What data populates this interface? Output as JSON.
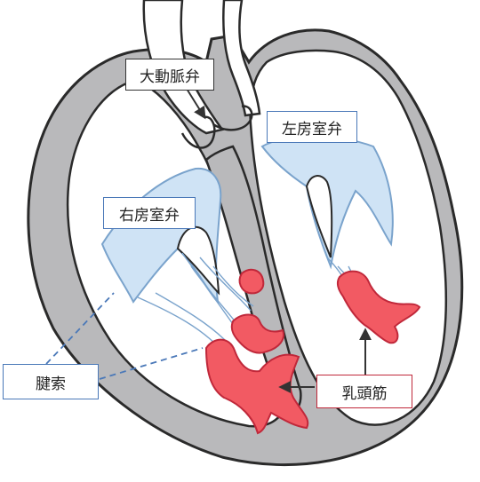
{
  "labels": {
    "aortic_valve": "大動脈弁",
    "mitral_valve": "左房室弁",
    "tricuspid_valve": "右房室弁",
    "chordae_tendineae": "腱索",
    "papillary_muscle": "乳頭筋"
  },
  "colors": {
    "wall_fill": "#b9b9bb",
    "outline": "#2a2a2a",
    "valve_fill": "#cfe3f5",
    "valve_edge": "#7aa3cc",
    "muscle_fill": "#f25a63",
    "muscle_edge": "#c0283a",
    "leader_blue": "#4a78b8",
    "arrow": "#333333"
  }
}
